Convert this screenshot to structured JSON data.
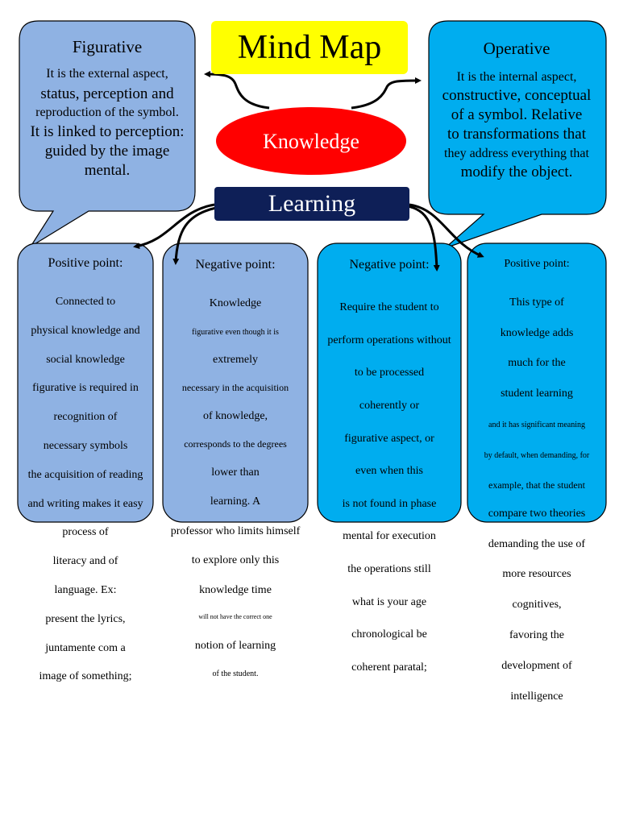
{
  "title": "Mind Map",
  "center": {
    "label": "Knowledge"
  },
  "learning": {
    "label": "Learning"
  },
  "figurative": {
    "heading": "Figurative",
    "line1": "It is the external aspect,",
    "line2": "status, perception and",
    "line3": "reproduction of the symbol.",
    "line4": "It is linked to perception:",
    "line5": "guided by the image",
    "line6": "mental."
  },
  "operative": {
    "heading": "Operative",
    "line1": "It is the internal aspect,",
    "line2": "constructive, conceptual",
    "line3": "of a symbol. Relative",
    "line4": "to transformations that",
    "line5": "they address everything that",
    "line6": "modify the object."
  },
  "cards": [
    {
      "heading": "Positive point:",
      "lines": [
        "Connected to",
        "physical knowledge and",
        "social knowledge",
        "figurative is required in",
        "recognition of",
        "necessary symbols",
        "the acquisition of reading",
        "and writing makes it easy",
        "process of",
        "literacy and of",
        "language. Ex:",
        "present the lyrics,",
        "juntamente com a",
        "image of something;"
      ]
    },
    {
      "heading": "Negative point:",
      "lines": [
        "Knowledge",
        "figurative even though it is",
        "extremely",
        "necessary in the acquisition",
        "of knowledge,",
        "corresponds to the degrees",
        "lower than",
        "learning. A",
        "professor who limits himself",
        "to explore only this",
        "knowledge time",
        "will not have the correct one",
        "notion of learning",
        "of the student."
      ]
    },
    {
      "heading": "Negative point:",
      "lines": [
        "Require the student to",
        "perform operations without",
        "to be processed",
        "coherently or",
        "figurative aspect, or",
        "even when this",
        "is not found in phase",
        "mental for execution",
        "the operations still",
        "what is your age",
        "chronological be",
        "coherent paratal;"
      ]
    },
    {
      "heading": "Positive point:",
      "lines": [
        "This type of",
        "knowledge adds",
        "much for the",
        "student learning",
        "and it has significant meaning",
        "by default, when demanding, for",
        "example, that the student",
        "compare two theories",
        "demanding the use of",
        "more resources",
        "cognitives,",
        "favoring the",
        "development of",
        "intelligence"
      ]
    }
  ],
  "colors": {
    "figurative_fill": "#8fb2e3",
    "operative_fill": "#00adef",
    "card1_fill": "#8fb2e3",
    "card2_fill": "#8fb2e3",
    "card3_fill": "#00adef",
    "card4_fill": "#00adef",
    "title_fill": "#ffff00",
    "knowledge_fill": "#ff0000",
    "learning_fill": "#0e1f57",
    "outline": "#000000"
  }
}
